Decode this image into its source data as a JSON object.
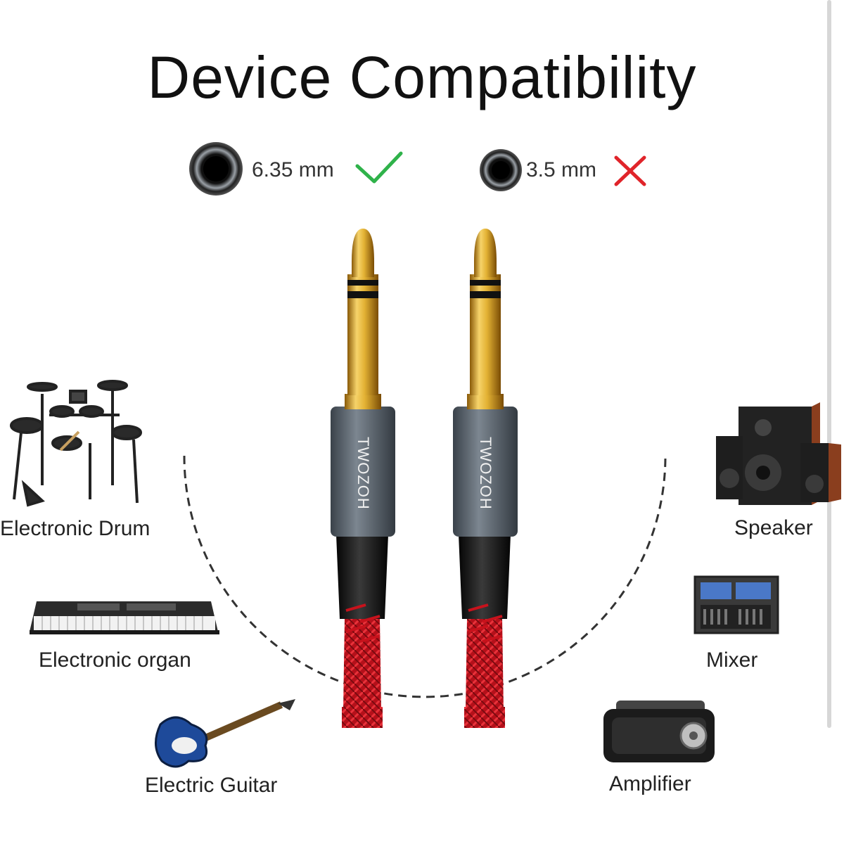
{
  "title": "Device Compatibility",
  "compat": [
    {
      "size": "6.35 mm",
      "supported": true,
      "mark_color": "#2fb24a",
      "icon": "check-icon"
    },
    {
      "size": "3.5 mm",
      "supported": false,
      "mark_color": "#e0242a",
      "icon": "cross-icon"
    }
  ],
  "brand": "TWOZOH",
  "devices": [
    {
      "label": "Electronic Drum",
      "icon": "drum-kit-icon"
    },
    {
      "label": "Electronic organ",
      "icon": "keyboard-icon"
    },
    {
      "label": "Electric Guitar",
      "icon": "guitar-icon"
    },
    {
      "label": "Speaker",
      "icon": "speaker-icon"
    },
    {
      "label": "Mixer",
      "icon": "mixer-icon"
    },
    {
      "label": "Amplifier",
      "icon": "amplifier-icon"
    }
  ],
  "colors": {
    "gold": "#d9a520",
    "housing": "#5b6570",
    "cable": "#c8121c"
  }
}
